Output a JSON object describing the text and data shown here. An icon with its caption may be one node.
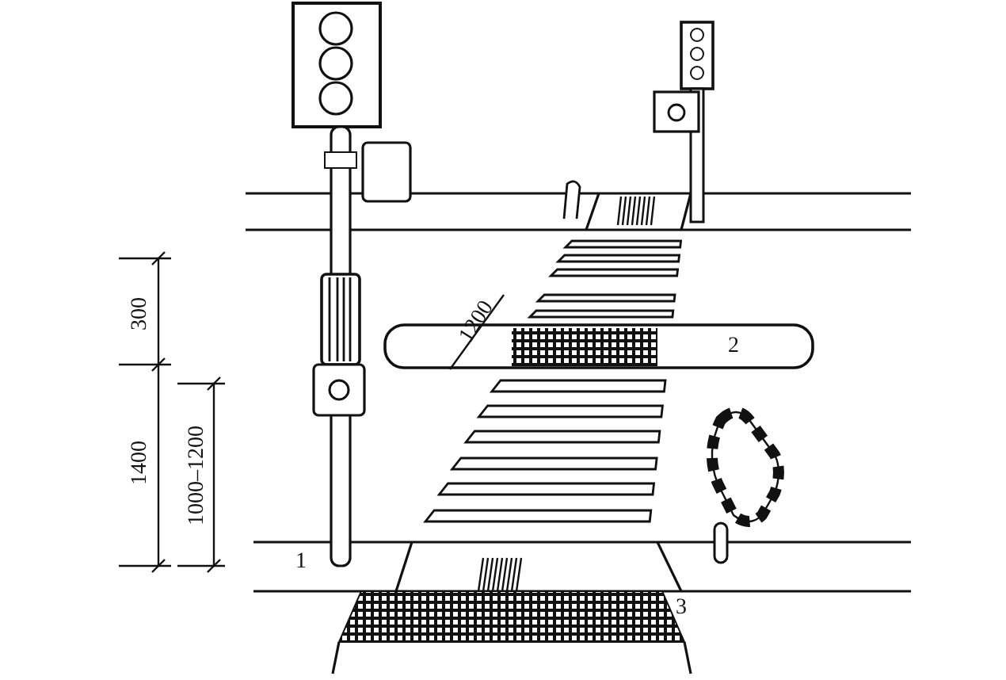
{
  "diagram": {
    "labels": [
      "300",
      "1400",
      "1000–1200",
      "1200",
      "1",
      "2",
      "3"
    ]
  }
}
